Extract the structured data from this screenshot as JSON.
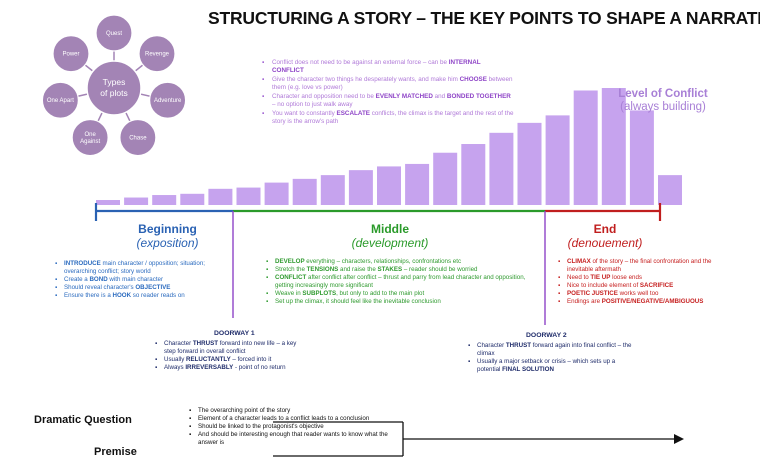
{
  "title": "STRUCTURING A STORY – THE KEY POINTS TO SHAPE A NARRATIVE",
  "plots": {
    "center_line1": "Types",
    "center_line2": "of plots",
    "petals": [
      "Quest",
      "Revenge",
      "Adventure",
      "Chase",
      "One Against",
      "One Apart",
      "Power"
    ],
    "color": "#a384b5"
  },
  "conflict_notes": [
    {
      "parts": [
        [
          "Conflict does not need to be against an external force – can be ",
          false
        ],
        [
          "INTERNAL CONFLICT",
          true
        ]
      ]
    },
    {
      "parts": [
        [
          "Give the character two things he desperately wants, and make him ",
          false
        ],
        [
          "CHOOSE",
          true
        ],
        [
          " between them (e.g. love vs power)",
          false
        ]
      ]
    },
    {
      "parts": [
        [
          "Character and opposition need to be ",
          false
        ],
        [
          "EVENLY MATCHED",
          true
        ],
        [
          " and ",
          false
        ],
        [
          "BONDED TOGETHER",
          true
        ],
        [
          " – no option to just walk away",
          false
        ]
      ]
    },
    {
      "parts": [
        [
          "You want to constantly ",
          false
        ],
        [
          "ESCALATE",
          true
        ],
        [
          " conflicts, the climax is the target and the rest of the story is the arrow's path",
          false
        ]
      ]
    }
  ],
  "level_label": {
    "main": "Level of Conflict",
    "sub": "(always building)"
  },
  "bars": {
    "color": "#c6a3ee",
    "heights": [
      2,
      3,
      4,
      4.5,
      6.5,
      7,
      9,
      10.5,
      12,
      14,
      15.5,
      16.5,
      21,
      24.5,
      29,
      33,
      36,
      46,
      47,
      38,
      12
    ]
  },
  "stages": {
    "beginning": {
      "name": "Beginning",
      "sub": "(exposition)",
      "bullets": [
        [
          [
            "INTRODUCE",
            true
          ],
          [
            " main character / opposition; situation; overarching conflict; story world",
            false
          ]
        ],
        [
          [
            "Create a ",
            false
          ],
          [
            "BOND",
            true
          ],
          [
            " with main character",
            false
          ]
        ],
        [
          [
            "Should reveal character's ",
            false
          ],
          [
            "OBJECTIVE",
            true
          ]
        ],
        [
          [
            "Ensure there is a ",
            false
          ],
          [
            "HOOK",
            true
          ],
          [
            " so reader reads on",
            false
          ]
        ]
      ]
    },
    "middle": {
      "name": "Middle",
      "sub": "(development)",
      "bullets": [
        [
          [
            "DEVELOP",
            true
          ],
          [
            " everything – characters, relationships, confrontations etc",
            false
          ]
        ],
        [
          [
            "Stretch the ",
            false
          ],
          [
            "TENSIONS",
            true
          ],
          [
            " and raise the ",
            false
          ],
          [
            "STAKES",
            true
          ],
          [
            " – reader should be worried",
            false
          ]
        ],
        [
          [
            "CONFLICT",
            true
          ],
          [
            " after conflict after conflict – thrust and parry from lead character and opposition, getting increasingly more significant",
            false
          ]
        ],
        [
          [
            "Weave in ",
            false
          ],
          [
            "SUBPLOTS",
            true
          ],
          [
            ", but only to add to the main plot",
            false
          ]
        ],
        [
          [
            "Set up the climax, it should feel like the inevitable conclusion",
            false
          ]
        ]
      ]
    },
    "end": {
      "name": "End",
      "sub": "(denouement)",
      "bullets": [
        [
          [
            "CLIMAX",
            true
          ],
          [
            " of the story – the final confrontation and the inevitable aftermath",
            false
          ]
        ],
        [
          [
            "Need to ",
            false
          ],
          [
            "TIE UP",
            true
          ],
          [
            " loose ends",
            false
          ]
        ],
        [
          [
            "Nice to include element of ",
            false
          ],
          [
            "SACRIFICE",
            true
          ]
        ],
        [
          [
            "POETIC JUSTICE",
            true
          ],
          [
            " works well too",
            false
          ]
        ],
        [
          [
            "Endings are ",
            false
          ],
          [
            "POSITIVE/NEGATIVE/AMBIGUOUS",
            true
          ]
        ]
      ]
    }
  },
  "doorway1": {
    "title": "DOORWAY 1",
    "bullets": [
      [
        [
          "Character ",
          false
        ],
        [
          "THRUST",
          true
        ],
        [
          " forward into new life – a key step forward in overall conflict",
          false
        ]
      ],
      [
        [
          "Usually ",
          false
        ],
        [
          "RELUCTANTLY",
          true
        ],
        [
          " – forced into it",
          false
        ]
      ],
      [
        [
          "Always ",
          false
        ],
        [
          "IRREVERSABLY",
          true
        ],
        [
          " - point of no return",
          false
        ]
      ]
    ]
  },
  "doorway2": {
    "title": "DOORWAY 2",
    "bullets": [
      [
        [
          "Character ",
          false
        ],
        [
          "THRUST",
          true
        ],
        [
          " forward again into final conflict – the climax",
          false
        ]
      ],
      [
        [
          "Usually a major setback or crisis – which sets up a potential ",
          false
        ],
        [
          "FINAL SOLUTION",
          true
        ]
      ]
    ]
  },
  "dramatic": {
    "label1": "Dramatic Question",
    "label2": "Premise",
    "bullets": [
      [
        [
          "The overarching point of the story",
          false
        ]
      ],
      [
        [
          "Element of a character leads to a conflict leads to a conclusion",
          false
        ]
      ],
      [
        [
          "Should be linked to the protagonist's objective",
          false
        ]
      ],
      [
        [
          "And should be interesting enough that reader wants to know what the answer is",
          false
        ]
      ]
    ]
  },
  "colors": {
    "blue": "#2a62b3",
    "green": "#2a9a2a",
    "red": "#c01e1e",
    "purple": "#8e44c7"
  }
}
